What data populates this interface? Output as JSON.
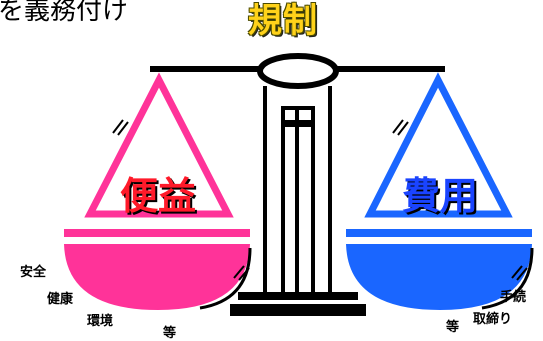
{
  "header": {
    "partial_text": "を義務付け",
    "title": "規制"
  },
  "benefit": {
    "label": "便益",
    "items": [
      "安全",
      "健康",
      "環境",
      "等"
    ],
    "color": "#ff3399"
  },
  "cost": {
    "label": "費用",
    "items": [
      "手続",
      "取締り",
      "等"
    ],
    "color": "#1a66ff"
  },
  "colors": {
    "title": "#ffd21a",
    "benefit_text": "#ff1a2a",
    "cost_text": "#1a44ff",
    "stand": "#000000"
  }
}
